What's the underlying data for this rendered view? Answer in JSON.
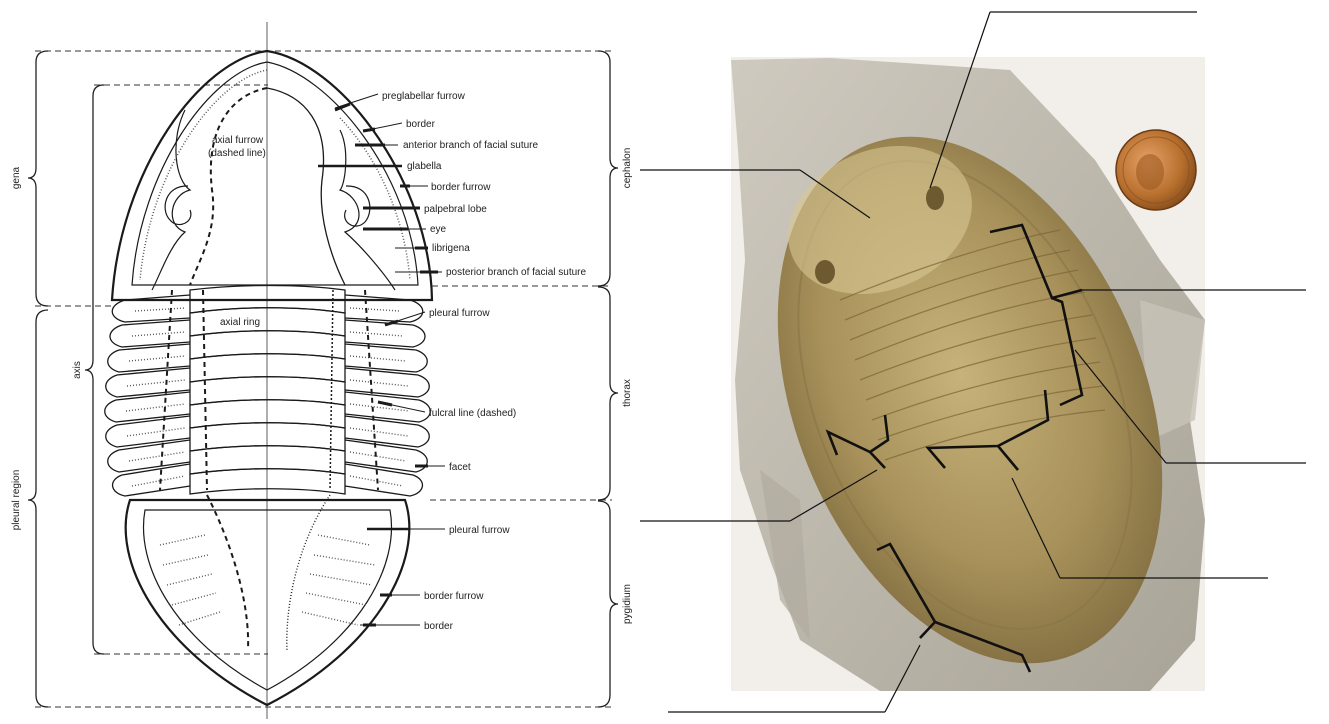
{
  "diagram": {
    "left_side_labels": {
      "gena": "gena",
      "axis": "axis",
      "pleural_region": "pleural region"
    },
    "right_side_labels": {
      "cephalon": "cephalon",
      "thorax": "thorax",
      "pygidium": "pygidium"
    },
    "part_labels": {
      "preglabellar_furrow": "preglabellar furrow",
      "border_top": "border",
      "anterior_branch": "anterior branch of facial suture",
      "glabella": "glabella",
      "border_furrow_top": "border furrow",
      "palpebral_lobe": "palpebral lobe",
      "eye": "eye",
      "librigena": "librigena",
      "posterior_branch": "posterior branch of facial suture",
      "axial_furrow_1": "axial furrow",
      "axial_furrow_2": "(dashed line)",
      "axial_ring": "axial ring",
      "pleural_furrow_thorax": "pleural furrow",
      "fulcral_line": "fulcral line (dashed)",
      "facet": "facet",
      "pleural_furrow_pygidium": "pleural furrow",
      "border_furrow_pygidium": "border furrow",
      "border_pygidium": "border"
    }
  },
  "photo": {
    "subject": "trilobite fossil with coin for scale"
  },
  "colors": {
    "line": "#1a1a1a",
    "rock": "#bdb8ad",
    "fossil": "#a89258",
    "coin": "#b8702e"
  }
}
